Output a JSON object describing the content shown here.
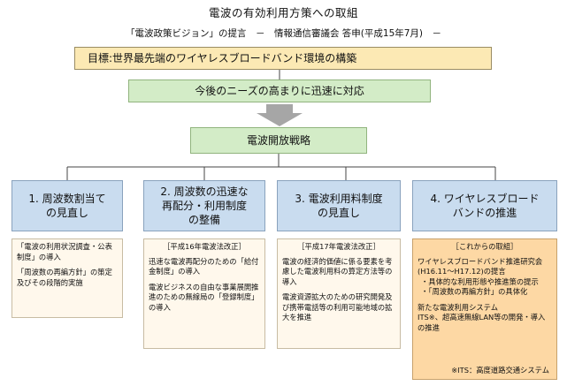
{
  "title": "電波の有効利用方策への取組",
  "subtitle": "「電波政策ビジョン」の提言　－　情報通信審議会 答申(平成15年7月)　－",
  "goal": "目標:世界最先端のワイヤレスブロードバンド環境の構築",
  "response": "今後のニーズの高まりに迅速に対応",
  "strategy": "電波開放戦略",
  "pillars": [
    {
      "line1": "1. 周波数割当て",
      "line2": "の見直し",
      "line3": ""
    },
    {
      "line1": "2. 周波数の迅速な",
      "line2": "再配分・利用制度",
      "line3": "の整備"
    },
    {
      "line1": "3. 電波利用料制度",
      "line2": "の見直し",
      "line3": ""
    },
    {
      "line1": "4. ワイヤレスブロード",
      "line2": "バンドの推進",
      "line3": ""
    }
  ],
  "details": [
    {
      "header": "",
      "items": [
        "「電波の利用状況調査・公表制度」の導入",
        "「周波数の再編方針」の策定及びその段階的実施"
      ]
    },
    {
      "header": "［平成16年電波法改正］",
      "items": [
        "迅速な電波再配分のための「給付金制度」の導入",
        "電波ビジネスの自由な事業展開推進のための無線局の「登録制度」の導入"
      ]
    },
    {
      "header": "［平成17年電波法改正］",
      "items": [
        "電波の経済的価値に係る要素を考慮した電波利用料の算定方法等の導入",
        "電波資源拡大のための研究開発及び携帯電話等の利用可能地域の拡大を推進"
      ]
    },
    {
      "header": "［これからの取組］",
      "item1": "ワイヤレスブロードバンド推進研究会(H16.11～H17.12)の提言",
      "item1_sub1": "・具体的な利用形態や推進策の提示",
      "item1_sub2": "・「周波数の再編方針」の具体化",
      "item2_line1": "新たな電波利用システム",
      "item2_line2": "ITS※、超高速無線LAN等の開発・導入の推進",
      "note": "※ITS：高度道路交通システム"
    }
  ],
  "colors": {
    "goal_bg": "#fce9b4",
    "green_bg": "#d3ecc7",
    "pillar_bg": "#c9dcef",
    "detail_bg": "#fff8ec",
    "detail_orange_bg": "#fdd8a4",
    "arrow_gray": "#a6a6a6"
  }
}
